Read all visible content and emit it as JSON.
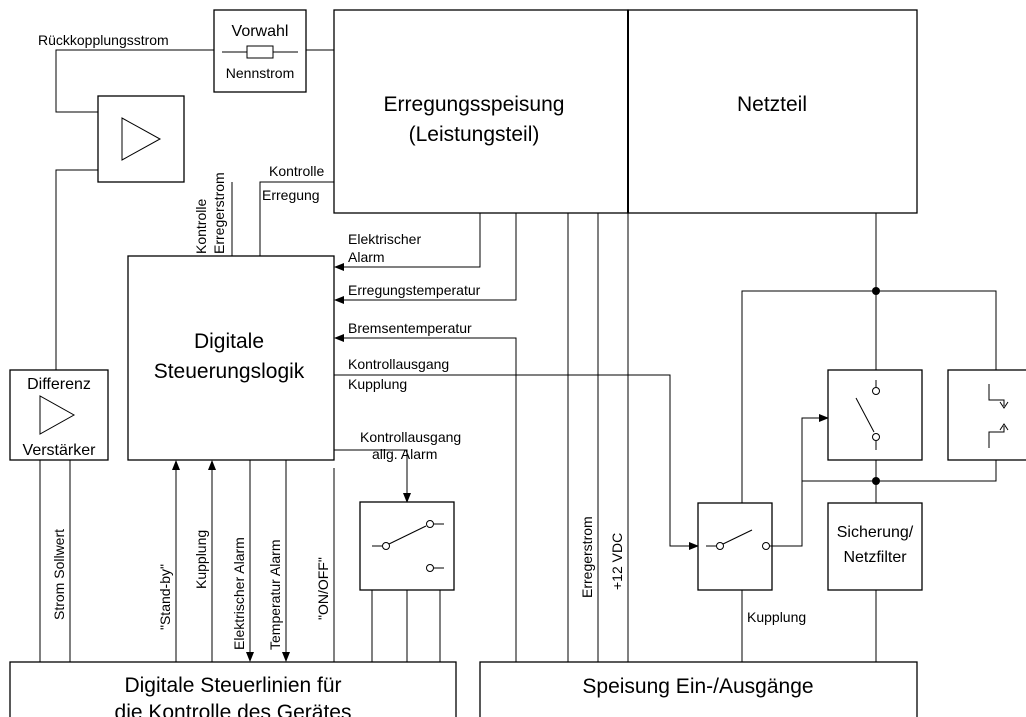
{
  "boxes": {
    "vorwahl": "Vorwahl",
    "nennstrom": "Nennstrom",
    "erregung_line1": "Erregungsspeisung",
    "erregung_line2": "(Leistungsteil)",
    "netzteil": "Netzteil",
    "steuer_line1": "Digitale",
    "steuer_line2": "Steuerungslogik",
    "diff_top": "Differenz",
    "diff_bottom": "Verstärker",
    "sicherung_line1": "Sicherung/",
    "sicherung_line2": "Netzfilter",
    "steuerlinien_line1": "Digitale Steuerlinien für",
    "steuerlinien_line2": "die Kontrolle des Gerätes",
    "speisung": "Speisung Ein-/Ausgänge"
  },
  "signals": {
    "rueckkopplung": "Rückkopplungsstrom",
    "kontrolle_erreg_1": "Kontrolle",
    "kontrolle_erreg_2": "Erregerstrom",
    "kontrolle_erregung_1": "Kontrolle",
    "kontrolle_erregung_2": "Erregung",
    "elektrischer_1": "Elektrischer",
    "elektrischer_2": "Alarm",
    "erregungstemperatur": "Erregungstemperatur",
    "bremsentemperatur": "Bremsentemperatur",
    "kontrollausgang_kupplung_1": "Kontrollausgang",
    "kontrollausgang_kupplung_2": "Kupplung",
    "kontrollausgang_alarm_1": "Kontrollausgang",
    "kontrollausgang_alarm_2": "allg. Alarm",
    "strom_sollwert": "Strom Sollwert",
    "standby": "\"Stand-by\"",
    "kupplung_v": "Kupplung",
    "elektrischer_alarm_v": "Elektrischer Alarm",
    "temperatur_alarm_v": "Temperatur Alarm",
    "on_off": "\"ON/OFF\"",
    "erregerstrom_v": "Erregerstrom",
    "vdc": "+12 VDC",
    "kupplung_bottom": "Kupplung"
  }
}
